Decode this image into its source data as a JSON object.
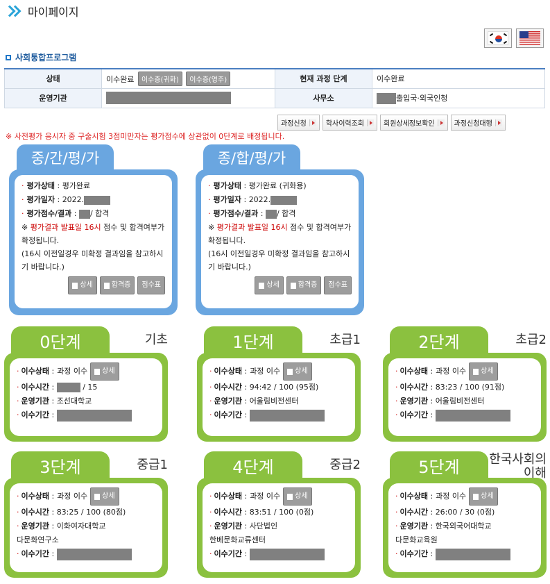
{
  "page_title": "마이페이지",
  "section_title": "사회통합프로그램",
  "flags": {
    "korean": "korea-flag-icon",
    "english": "us-flag-icon"
  },
  "info": {
    "status_label": "상태",
    "status_value": "이수완료",
    "btn_cert_nat": "이수증(귀화)",
    "btn_cert_res": "이수증(영주)",
    "stage_label": "현재 과정 단계",
    "stage_value": "이수완료",
    "org_label": "운영기관",
    "office_label": "사무소",
    "office_value": "출입국·외국인청"
  },
  "actions": [
    "과정신청",
    "학사이력조회",
    "회원상세정보확인",
    "과정신청대행"
  ],
  "notice": "※ 사전평가 응시자 중 구술시험 3점미만자는 평가점수에 상관없이 0단계로 배정됩니다.",
  "evals": [
    {
      "title": "중/간/평/가",
      "status_label": "평가상태",
      "status": "평가완료",
      "date_label": "평가일자",
      "date": "2022.",
      "score_label": "평가점수/결과",
      "result": "/ 합격",
      "note1": "※ ",
      "note_red": "평가결과 발표일 16시",
      "note2": " 점수 및 합격여부가 확정됩니다.",
      "note3": "(16시 이전일경우 미확정 결과임을 참고하시기 바랍니다.)",
      "b1": "상세",
      "b2": "합격증",
      "b3": "점수표"
    },
    {
      "title": "종/합/평/가",
      "status_label": "평가상태",
      "status": "평가완료 (귀화용)",
      "date_label": "평가일자",
      "date": "2022.",
      "score_label": "평가점수/결과",
      "result": "/ 합격",
      "note1": "※ ",
      "note_red": "평가결과 발표일 16시",
      "note2": " 점수 및 합격여부가 확정됩니다.",
      "note3": "(16시 이전일경우 미확정 결과임을 참고하시기 바랍니다.)",
      "b1": "상세",
      "b2": "합격증",
      "b3": "점수표"
    }
  ],
  "stage_labels": {
    "status": "이수상태",
    "hours": "이수시간",
    "org": "운영기관",
    "period": "이수기간",
    "detail": "상세"
  },
  "stages": [
    {
      "tab": "0단계",
      "level": "기초",
      "status": "과정 이수",
      "hours": "/ 15",
      "org": "조선대학교"
    },
    {
      "tab": "1단계",
      "level": "초급1",
      "status": "과정 이수",
      "hours": "94:42 / 100 (95점)",
      "org": "어울림비전센터"
    },
    {
      "tab": "2단계",
      "level": "초급2",
      "status": "과정 이수",
      "hours": "83:23 / 100 (91점)",
      "org": "어울림비전센터"
    },
    {
      "tab": "3단계",
      "level": "중급1",
      "status": "과정 이수",
      "hours": "83:25 / 100 (80점)",
      "org": "이화여자대학교",
      "org2": "다문화연구소"
    },
    {
      "tab": "4단계",
      "level": "중급2",
      "status": "과정 이수",
      "hours": "83:51 / 100 (0점)",
      "org": "사단법인",
      "org2": "한베문화교류센터"
    },
    {
      "tab": "5단계",
      "level": "한국사회의\n이해",
      "status": "과정 이수",
      "hours": "26:00 / 30 (0점)",
      "org": "한국외국어대학교",
      "org2": "다문화교육원"
    }
  ]
}
